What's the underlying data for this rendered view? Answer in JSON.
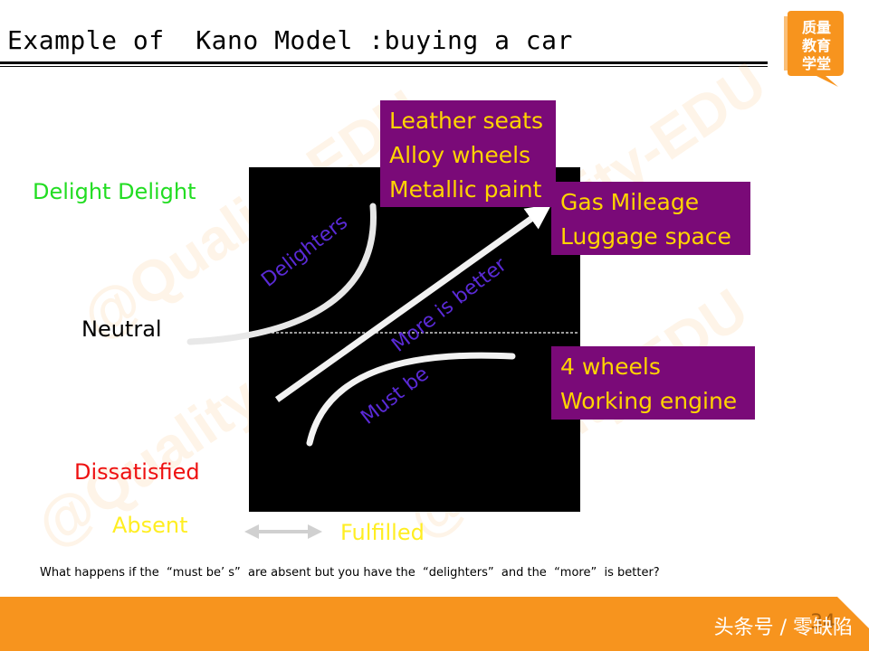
{
  "slide": {
    "title": "Example of  Kano Model :buying a car",
    "logo_text": [
      "质量",
      "教育",
      "学堂"
    ],
    "watermark_text": "@Quality-EDU",
    "question": "What happens if the  “must be’ s”  are absent but you have the  “delighters”  and the  “more”  is better?",
    "footer_text": "头条号 / 零缺陷",
    "page_number": "34",
    "colors": {
      "accent_orange": "#f7941e",
      "purple_box": "#7a0a78",
      "box_text": "#ffd400",
      "delight_green": "#22dd22",
      "dissatisfied_red": "#ee1111",
      "curve_label_purple": "#5a2ad6"
    }
  },
  "diagram": {
    "y_labels": {
      "delight": "Delight Delight",
      "neutral": "Neutral",
      "dissatisfied": "Dissatisfied"
    },
    "x_labels": {
      "absent": "Absent",
      "fulfilled": "Fulfilled"
    },
    "curve_labels": {
      "delighters": "Delighters",
      "more_is_better": "More is better",
      "must_be": "Must be"
    },
    "boxes": {
      "delighters": [
        "Leather seats",
        "Alloy wheels",
        "Metallic paint"
      ],
      "more_is_better": [
        "Gas Mileage",
        "Luggage space"
      ],
      "must_be": [
        "4 wheels",
        "Working engine"
      ]
    }
  }
}
